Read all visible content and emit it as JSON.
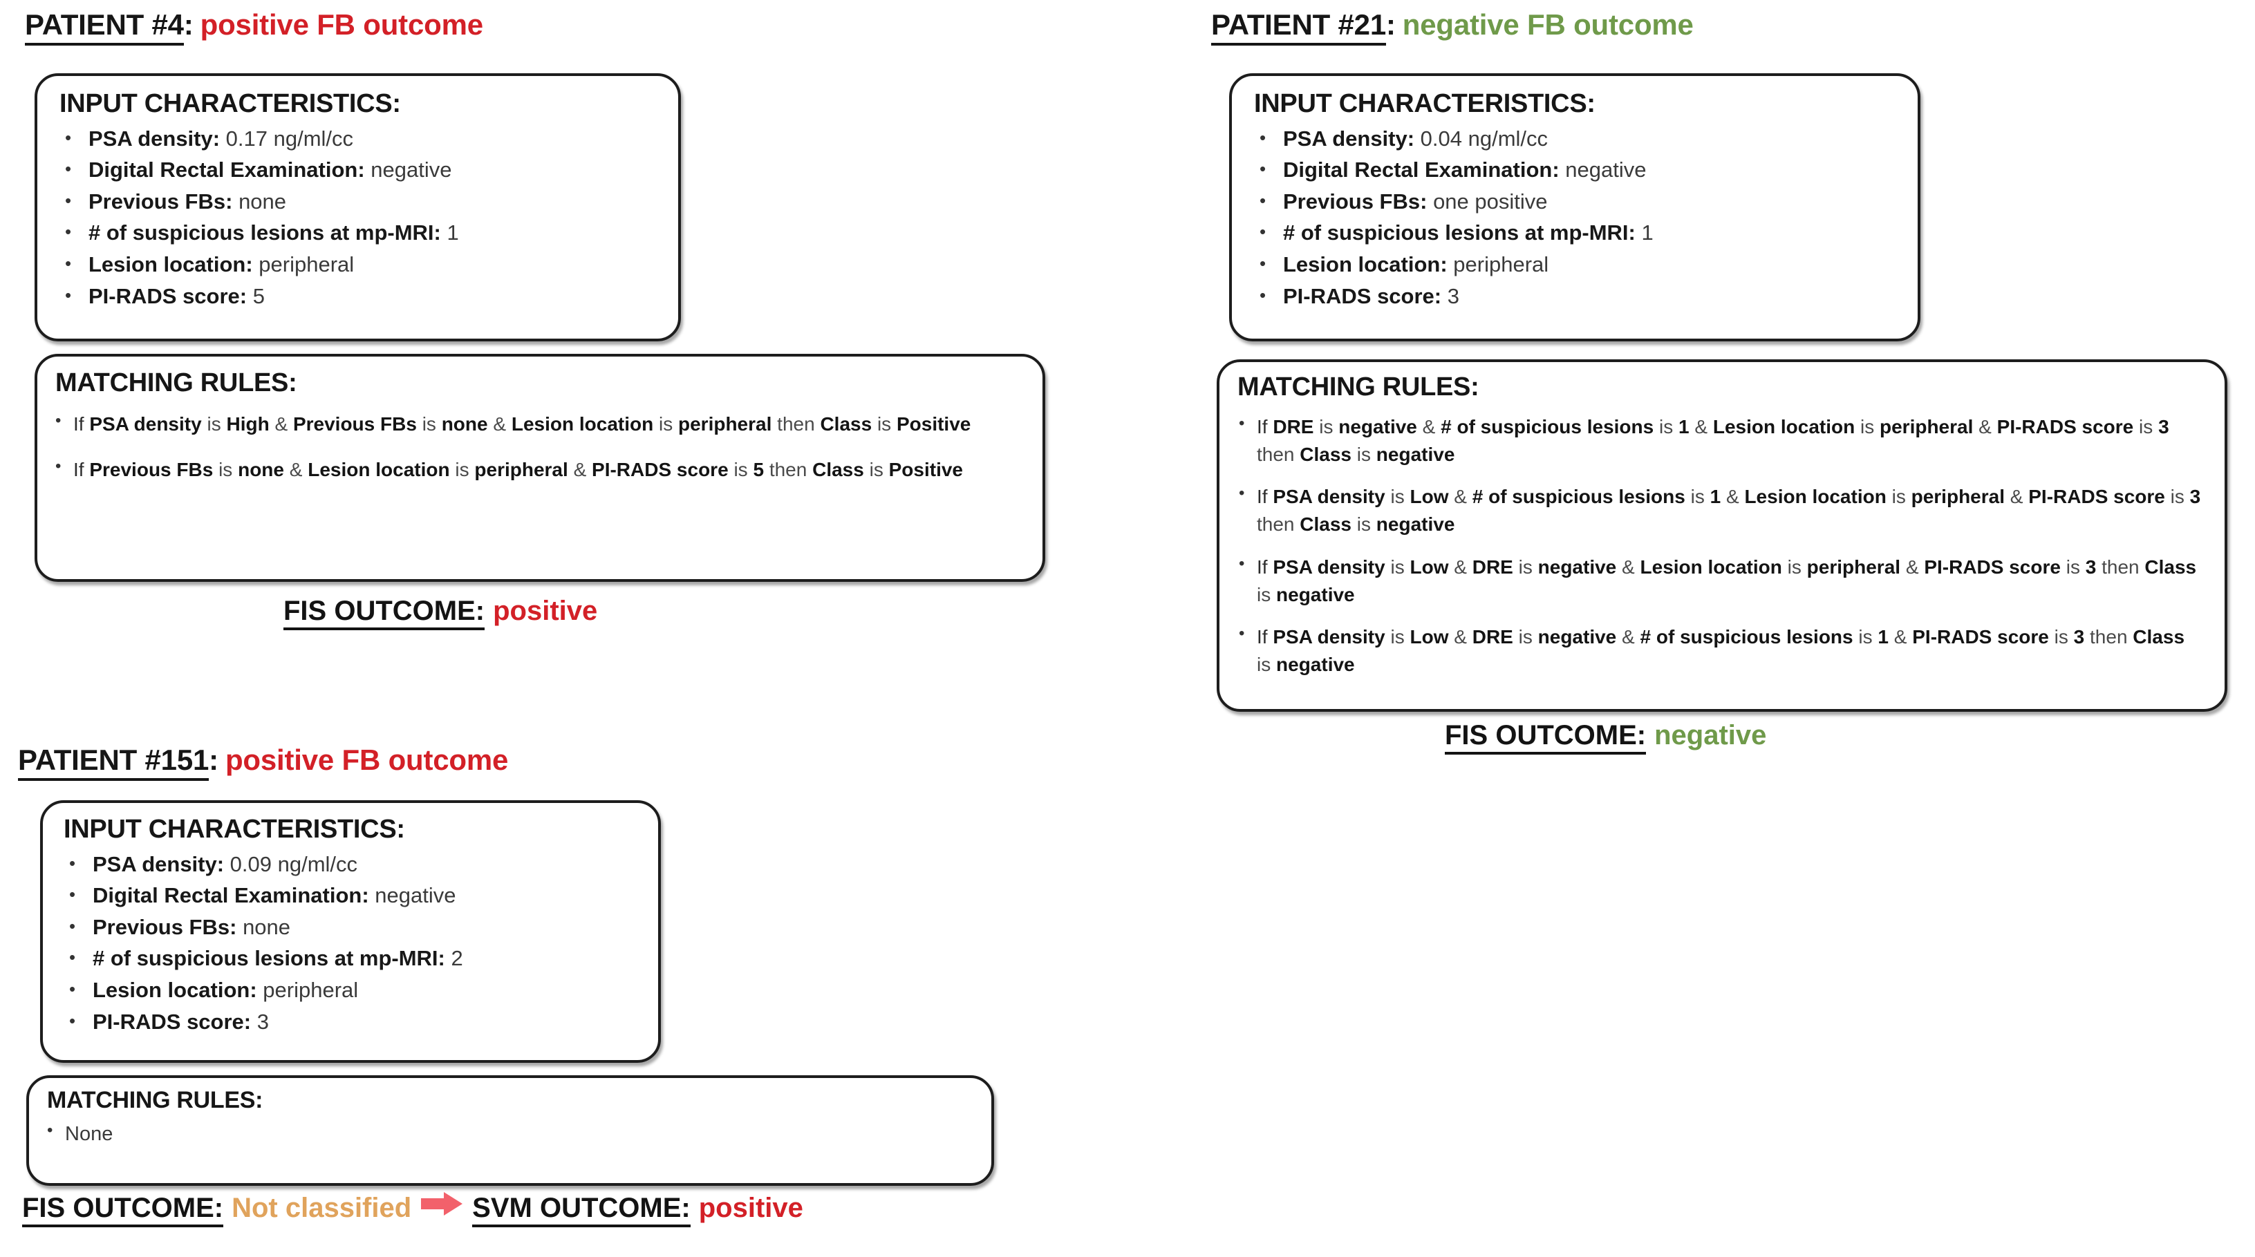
{
  "colors": {
    "positive": "#d32027",
    "negative": "#6f9a4a",
    "not_classified": "#e0a35c",
    "arrow": "#f2616b",
    "box_border": "#1d1d1d"
  },
  "labels": {
    "input_characteristics": "INPUT CHARACTERISTICS:",
    "matching_rules": "MATCHING RULES:",
    "fis_outcome": "FIS OUTCOME:",
    "svm_outcome": "SVM OUTCOME:",
    "bullet": "•",
    "arrow_icon": "right-arrow-icon"
  },
  "patients": [
    {
      "id_label": "PATIENT #4",
      "colon": ":",
      "fb_outcome": "positive FB outcome",
      "fb_outcome_kind": "positive",
      "characteristics": [
        {
          "key": "PSA density:",
          "value": "0.17 ng/ml/cc"
        },
        {
          "key": "Digital Rectal Examination:",
          "value": "negative"
        },
        {
          "key": "Previous FBs:",
          "value": "none"
        },
        {
          "key": "# of suspicious lesions at mp-MRI:",
          "value": "1"
        },
        {
          "key": "Lesion location:",
          "value": "peripheral"
        },
        {
          "key": "PI-RADS score:",
          "value": "5"
        }
      ],
      "rules": [
        "If <b>PSA density</b> <span class='lt'>is</span> <b>High</b> <span class='lt'>&amp;</span> <b>Previous FBs</b> <span class='lt'>is</span> <b>none</b> <span class='lt'>&amp;</span> <b>Lesion location</b> <span class='lt'>is</span> <b>peripheral</b> <span class='lt'>then</span> <b>Class</b> <span class='lt'>is</span> <b>Positive</b>",
        "If <b>Previous FBs</b> <span class='lt'>is</span> <b>none</b> <span class='lt'>&amp;</span> <b>Lesion location</b> <span class='lt'>is</span> <b>peripheral</b> <span class='lt'>&amp;</span> <b>PI-RADS score</b> <span class='lt'>is</span> <b>5</b> <span class='lt'>then</span> <b>Class</b> <span class='lt'>is</span> <b>Positive</b>"
      ],
      "fis_value": "positive",
      "fis_kind": "positive",
      "has_svm": false
    },
    {
      "id_label": "PATIENT #21",
      "colon": ":",
      "fb_outcome": "negative FB outcome",
      "fb_outcome_kind": "negative",
      "characteristics": [
        {
          "key": "PSA density:",
          "value": "0.04 ng/ml/cc"
        },
        {
          "key": "Digital Rectal Examination:",
          "value": "negative"
        },
        {
          "key": "Previous FBs:",
          "value": "one positive"
        },
        {
          "key": "# of suspicious lesions at mp-MRI:",
          "value": "1"
        },
        {
          "key": "Lesion location:",
          "value": "peripheral"
        },
        {
          "key": "PI-RADS score:",
          "value": "3"
        }
      ],
      "rules": [
        "If <b>DRE</b> <span class='lt'>is</span> <b>negative</b> <span class='lt'>&amp;</span> <b># of suspicious lesions</b> <span class='lt'>is</span> <b>1</b> <span class='lt'>&amp;</span> <b>Lesion location</b> <span class='lt'>is</span> <b>peripheral</b> <span class='lt'>&amp;</span> <b>PI-RADS score</b> <span class='lt'>is</span> <b>3</b> <span class='lt'>then</span> <b>Class</b> <span class='lt'>is</span> <b>negative</b>",
        "If <b>PSA density</b> <span class='lt'>is</span> <b>Low</b> <span class='lt'>&amp;</span> <b># of suspicious lesions</b> <span class='lt'>is</span> <b>1</b> <span class='lt'>&amp;</span> <b>Lesion location</b> <span class='lt'>is</span> <b>peripheral</b> <span class='lt'>&amp;</span> <b>PI-RADS score</b> <span class='lt'>is</span> <b>3</b> <span class='lt'>then</span> <b>Class</b> <span class='lt'>is</span> <b>negative</b>",
        "If <b>PSA density</b> <span class='lt'>is</span> <b>Low</b> <span class='lt'>&amp;</span> <b>DRE</b> <span class='lt'>is</span> <b>negative</b> <span class='lt'>&amp;</span> <b>Lesion location</b> <span class='lt'>is</span> <b>peripheral</b> <span class='lt'>&amp;</span> <b>PI-RADS score</b> <span class='lt'>is</span> <b>3</b> <span class='lt'>then</span> <b>Class</b> <span class='lt'>is</span> <b>negative</b>",
        "If <b>PSA density</b> <span class='lt'>is</span> <b>Low</b> <span class='lt'>&amp;</span> <b>DRE</b> <span class='lt'>is</span> <b>negative</b> <span class='lt'>&amp;</span> <b># of suspicious lesions</b> <span class='lt'>is</span> <b>1</b> <span class='lt'>&amp;</span> <b>PI-RADS score</b> <span class='lt'>is</span> <b>3</b> <span class='lt'>then</span> <b>Class</b> <span class='lt'>is</span> <b>negative</b>"
      ],
      "fis_value": "negative",
      "fis_kind": "negative",
      "has_svm": false
    },
    {
      "id_label": "PATIENT #151",
      "colon": ":",
      "fb_outcome": "positive FB outcome",
      "fb_outcome_kind": "positive",
      "characteristics": [
        {
          "key": "PSA density:",
          "value": "0.09 ng/ml/cc"
        },
        {
          "key": "Digital Rectal Examination:",
          "value": "negative"
        },
        {
          "key": "Previous FBs:",
          "value": "none"
        },
        {
          "key": "# of suspicious lesions at mp-MRI:",
          "value": "2"
        },
        {
          "key": "Lesion location:",
          "value": "peripheral"
        },
        {
          "key": "PI-RADS score:",
          "value": "3"
        }
      ],
      "rules": [
        "None"
      ],
      "fis_value": "Not classified",
      "fis_kind": "not_classified",
      "has_svm": true,
      "svm_value": "positive",
      "svm_kind": "positive"
    }
  ]
}
